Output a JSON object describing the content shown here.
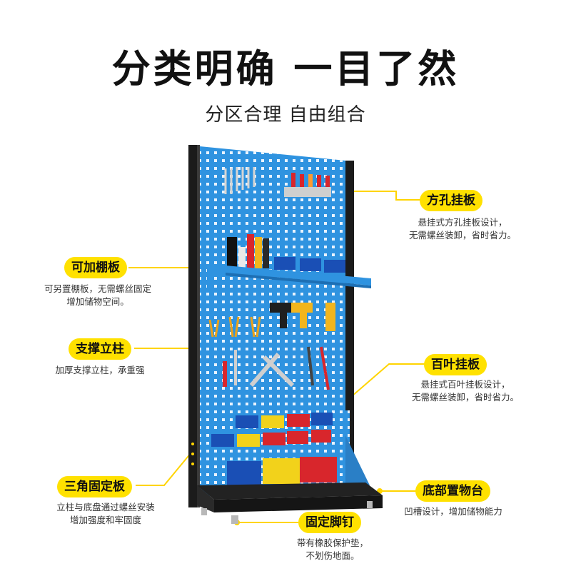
{
  "title": "分类明确 一目了然",
  "subtitle": "分区合理 自由组合",
  "accent_color": "#ffe100",
  "panel_color": "#2f93e0",
  "frame_color": "#1b1b1b",
  "callouts": {
    "square_hole_board": {
      "label": "方孔挂板",
      "desc_line1": "悬挂式方孔挂板设计，",
      "desc_line2": "无需螺丝装卸，省时省力。"
    },
    "add_shelf": {
      "label": "可加棚板",
      "desc_line1": "可另置棚板，无需螺丝固定",
      "desc_line2": "增加储物空间。"
    },
    "support_column": {
      "label": "支撑立柱",
      "desc_line1": "加厚支撑立柱，承重强"
    },
    "louver_board": {
      "label": "百叶挂板",
      "desc_line1": "悬挂式百叶挂板设计，",
      "desc_line2": "无需螺丝装卸，省时省力。"
    },
    "triangle_plate": {
      "label": "三角固定板",
      "desc_line1": "立柱与底盘通过螺丝安装",
      "desc_line2": "增加强度和牢固度"
    },
    "bottom_tray": {
      "label": "底部置物台",
      "desc_line1": "凹槽设计，增加储物能力"
    },
    "fixed_foot": {
      "label": "固定脚钉",
      "desc_line1": "带有橡胶保护垫，",
      "desc_line2": "不划伤地面。"
    }
  }
}
